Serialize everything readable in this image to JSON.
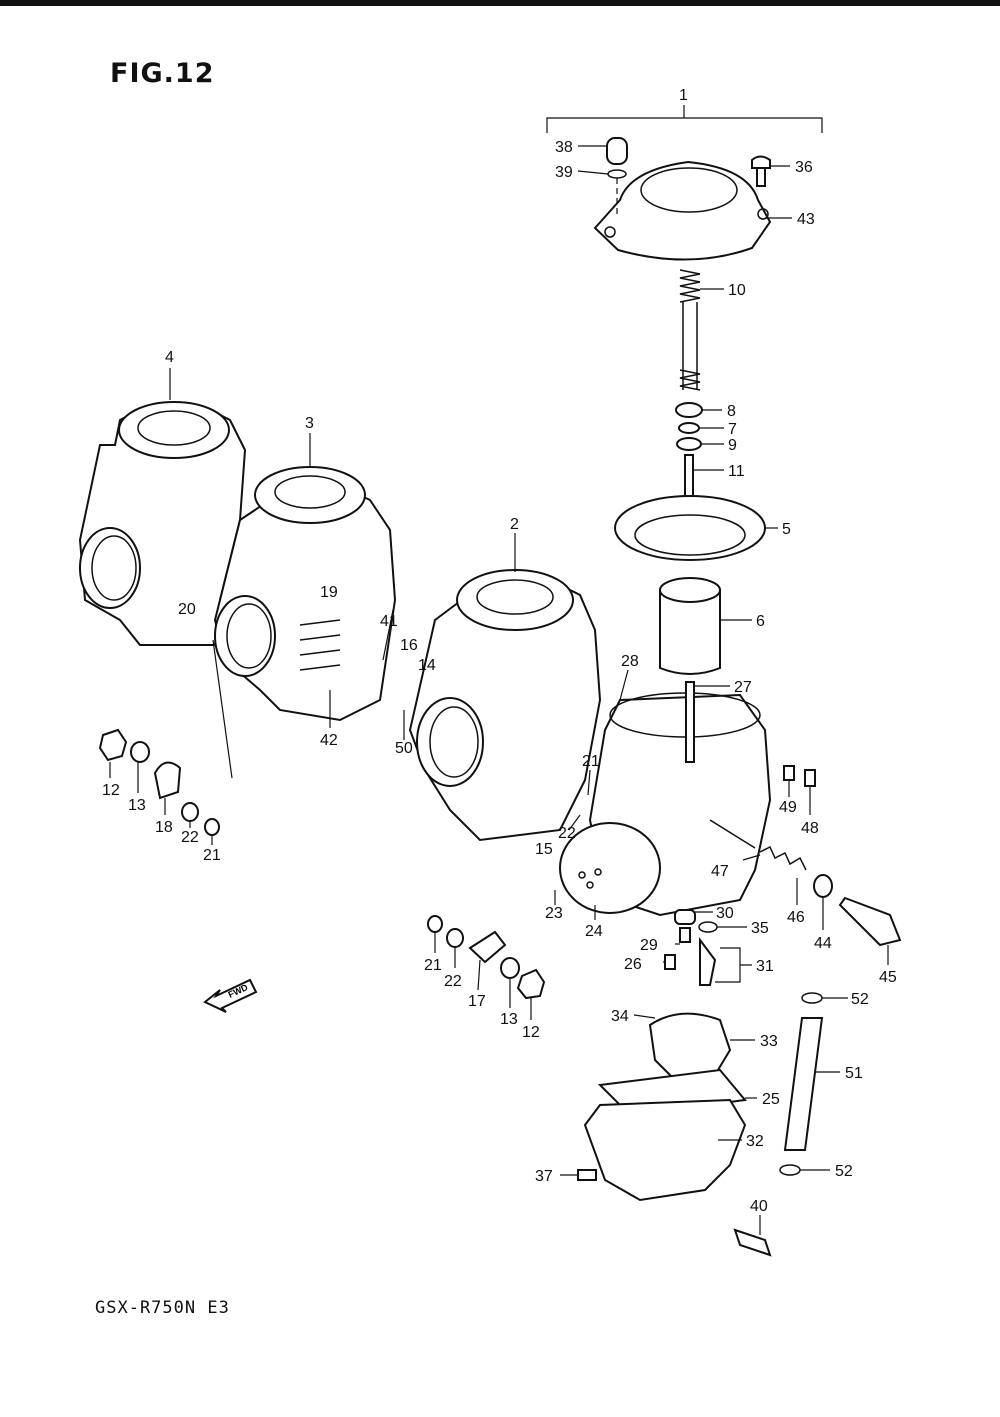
{
  "figure": {
    "title": "FIG.12",
    "model": "GSX-R750N E3"
  },
  "arrow_label": "FWD",
  "callouts": [
    {
      "id": "c1",
      "label": "1"
    },
    {
      "id": "c38",
      "label": "38"
    },
    {
      "id": "c39",
      "label": "39"
    },
    {
      "id": "c36",
      "label": "36"
    },
    {
      "id": "c43",
      "label": "43"
    },
    {
      "id": "c10",
      "label": "10"
    },
    {
      "id": "c8",
      "label": "8"
    },
    {
      "id": "c7",
      "label": "7"
    },
    {
      "id": "c9",
      "label": "9"
    },
    {
      "id": "c11",
      "label": "11"
    },
    {
      "id": "c5",
      "label": "5"
    },
    {
      "id": "c6",
      "label": "6"
    },
    {
      "id": "c4",
      "label": "4"
    },
    {
      "id": "c3",
      "label": "3"
    },
    {
      "id": "c2",
      "label": "2"
    },
    {
      "id": "c28",
      "label": "28"
    },
    {
      "id": "c27",
      "label": "27"
    },
    {
      "id": "c20",
      "label": "20"
    },
    {
      "id": "c19",
      "label": "19"
    },
    {
      "id": "c41",
      "label": "41"
    },
    {
      "id": "c16",
      "label": "16"
    },
    {
      "id": "c14",
      "label": "14"
    },
    {
      "id": "c42",
      "label": "42"
    },
    {
      "id": "c50",
      "label": "50"
    },
    {
      "id": "c21a",
      "label": "21"
    },
    {
      "id": "c22a",
      "label": "22"
    },
    {
      "id": "c15",
      "label": "15"
    },
    {
      "id": "c49",
      "label": "49"
    },
    {
      "id": "c48",
      "label": "48"
    },
    {
      "id": "c47",
      "label": "47"
    },
    {
      "id": "c46",
      "label": "46"
    },
    {
      "id": "c44",
      "label": "44"
    },
    {
      "id": "c45",
      "label": "45"
    },
    {
      "id": "c12a",
      "label": "12"
    },
    {
      "id": "c13a",
      "label": "13"
    },
    {
      "id": "c18",
      "label": "18"
    },
    {
      "id": "c22b",
      "label": "22"
    },
    {
      "id": "c21b",
      "label": "21"
    },
    {
      "id": "c23",
      "label": "23"
    },
    {
      "id": "c24",
      "label": "24"
    },
    {
      "id": "c30",
      "label": "30"
    },
    {
      "id": "c35",
      "label": "35"
    },
    {
      "id": "c29",
      "label": "29"
    },
    {
      "id": "c26",
      "label": "26"
    },
    {
      "id": "c31",
      "label": "31"
    },
    {
      "id": "c21c",
      "label": "21"
    },
    {
      "id": "c22c",
      "label": "22"
    },
    {
      "id": "c17",
      "label": "17"
    },
    {
      "id": "c13b",
      "label": "13"
    },
    {
      "id": "c12b",
      "label": "12"
    },
    {
      "id": "c52a",
      "label": "52"
    },
    {
      "id": "c34",
      "label": "34"
    },
    {
      "id": "c33",
      "label": "33"
    },
    {
      "id": "c51",
      "label": "51"
    },
    {
      "id": "c25",
      "label": "25"
    },
    {
      "id": "c32",
      "label": "32"
    },
    {
      "id": "c37",
      "label": "37"
    },
    {
      "id": "c52b",
      "label": "52"
    },
    {
      "id": "c40",
      "label": "40"
    }
  ]
}
